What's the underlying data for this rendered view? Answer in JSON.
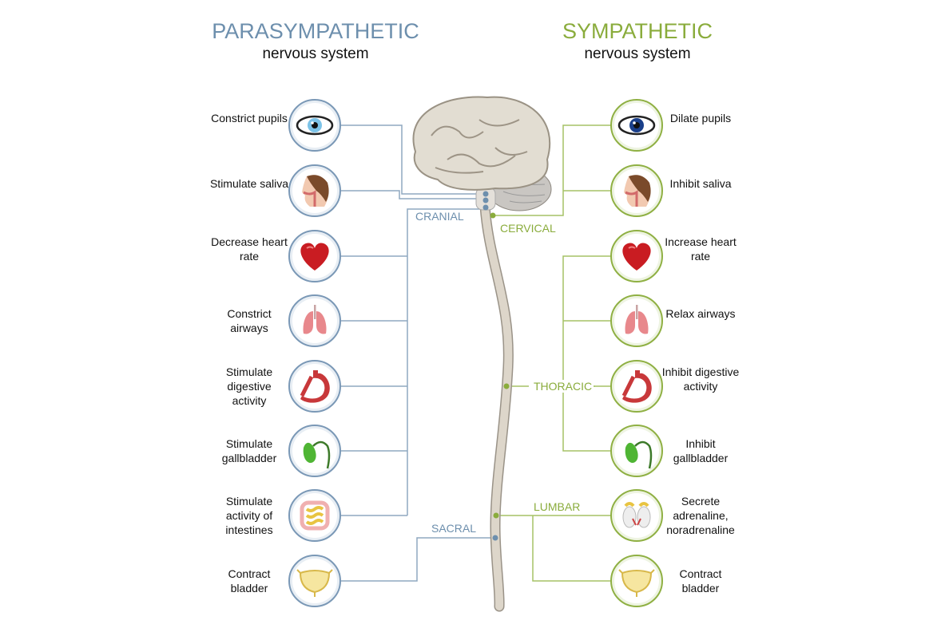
{
  "parasympathetic": {
    "title": "PARASYMPATHETIC",
    "subtitle": "nervous system",
    "color": "#6d8fad",
    "items": [
      {
        "label": "Constrict pupils",
        "icon": "eye-icon"
      },
      {
        "label": "Stimulate saliva",
        "icon": "head-saliva-icon"
      },
      {
        "label": "Decrease heart rate",
        "icon": "heart-icon"
      },
      {
        "label": "Constrict airways",
        "icon": "lungs-icon"
      },
      {
        "label": "Stimulate digestive activity",
        "icon": "stomach-icon"
      },
      {
        "label": "Stimulate gallbladder",
        "icon": "gallbladder-icon"
      },
      {
        "label": "Stimulate activity of intestines",
        "icon": "intestines-icon"
      },
      {
        "label": "Contract bladder",
        "icon": "bladder-icon"
      }
    ],
    "segments": {
      "cranial": "CRANIAL",
      "sacral": "SACRAL"
    }
  },
  "sympathetic": {
    "title": "SYMPATHETIC",
    "subtitle": "nervous system",
    "color": "#8aac3c",
    "items": [
      {
        "label": "Dilate pupils",
        "icon": "eye-icon"
      },
      {
        "label": "Inhibit saliva",
        "icon": "head-saliva-icon"
      },
      {
        "label": "Increase heart rate",
        "icon": "heart-icon"
      },
      {
        "label": "Relax airways",
        "icon": "lungs-icon"
      },
      {
        "label": "Inhibit digestive activity",
        "icon": "stomach-icon"
      },
      {
        "label": "Inhibit gallbladder",
        "icon": "gallbladder-icon"
      },
      {
        "label": "Secrete adrenaline, noradrenaline",
        "icon": "adrenal-gland-icon"
      },
      {
        "label": "Contract bladder",
        "icon": "bladder-icon"
      }
    ],
    "segments": {
      "cervical": "CERVICAL",
      "thoracic": "THORACIC",
      "lumbar": "LUMBAR"
    }
  }
}
